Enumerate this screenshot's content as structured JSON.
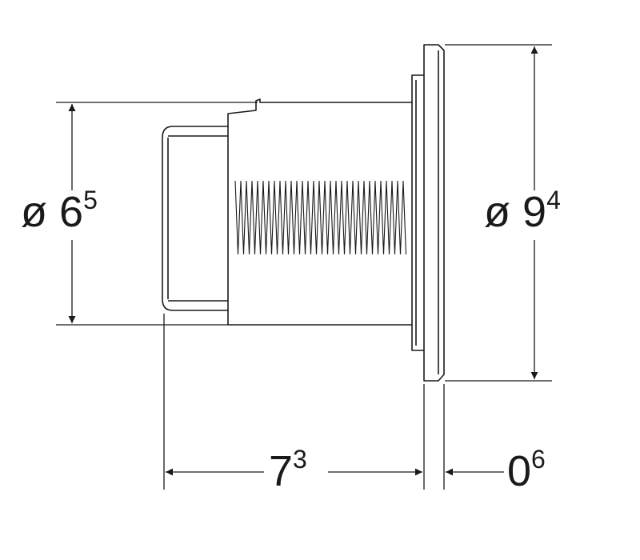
{
  "dimensions": {
    "diameter_inner": {
      "symbol": "ø",
      "main": "6",
      "sup": "5"
    },
    "diameter_outer": {
      "symbol": "ø",
      "main": "9",
      "sup": "4"
    },
    "depth_body": {
      "main": "7",
      "sup": "3"
    },
    "depth_plate": {
      "main": "0",
      "sup": "6"
    }
  },
  "colors": {
    "line": "#1a1a1a",
    "background": "#ffffff"
  }
}
